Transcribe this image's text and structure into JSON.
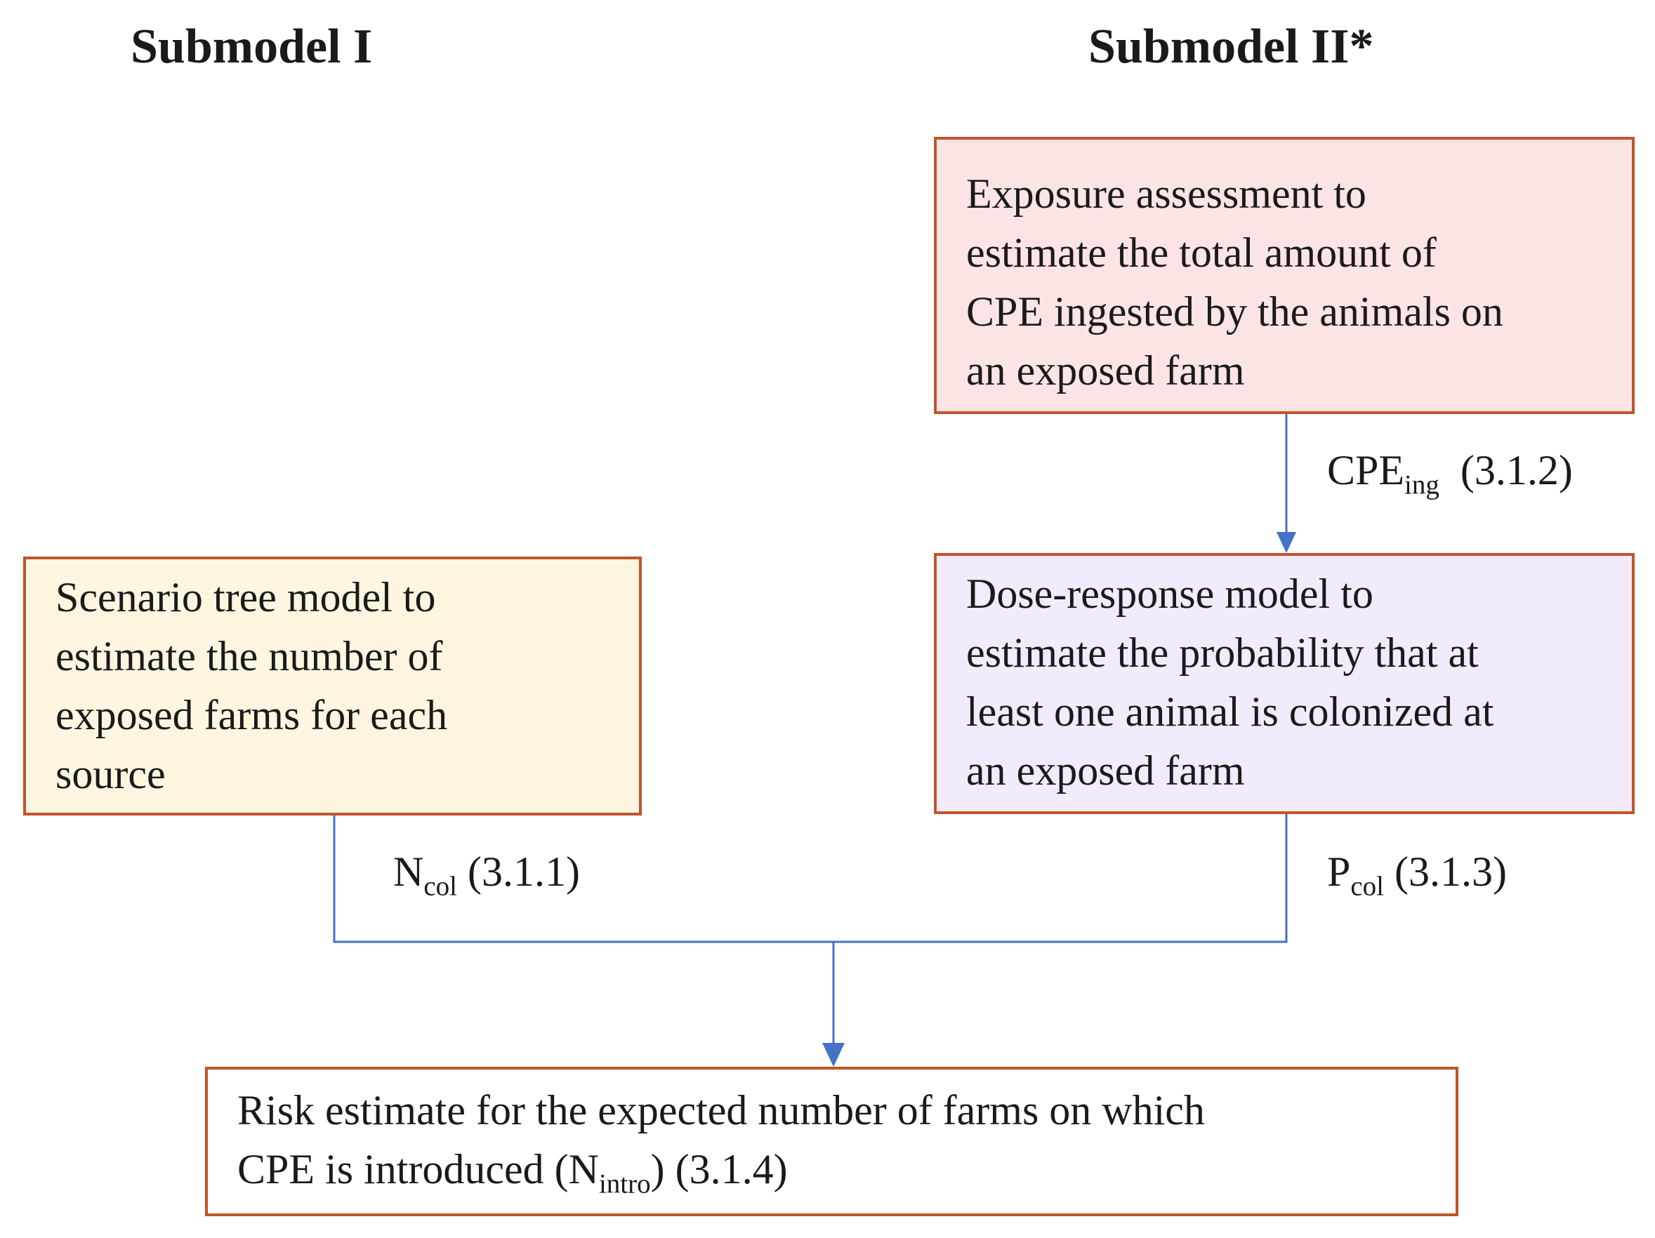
{
  "headings": {
    "submodel_1": "Submodel I",
    "submodel_2": "Submodel II*"
  },
  "boxes": {
    "exposure": {
      "lines": [
        "Exposure assessment to",
        "estimate the total amount of",
        "CPE ingested by the animals on",
        "an exposed farm"
      ],
      "fill": "#fce4e4"
    },
    "dose_response": {
      "lines": [
        "Dose-response model to",
        "estimate the probability that at",
        "least one animal is colonized at",
        "an exposed farm"
      ],
      "fill": "#f3eafb"
    },
    "scenario_tree": {
      "lines": [
        "Scenario tree model to",
        "estimate the number of",
        "exposed farms for each",
        "source"
      ],
      "fill": "#fdf5df"
    },
    "risk_estimate": {
      "line1": "Risk estimate for the expected number of farms on which",
      "line2_prefix": "CPE is introduced (N",
      "line2_sub": "intro",
      "line2_suffix": ") (3.1.4)",
      "fill": "#ffffff"
    }
  },
  "edge_labels": {
    "cpe_ing": {
      "main": "CPE",
      "sub": "ing",
      "ref": "(3.1.2)"
    },
    "n_col": {
      "main": "N",
      "sub": "col",
      "ref": "(3.1.1)"
    },
    "p_col": {
      "main": "P",
      "sub": "col",
      "ref": "(3.1.3)"
    }
  },
  "colors": {
    "box_border": "#c0552a",
    "connector": "#4472c4"
  }
}
